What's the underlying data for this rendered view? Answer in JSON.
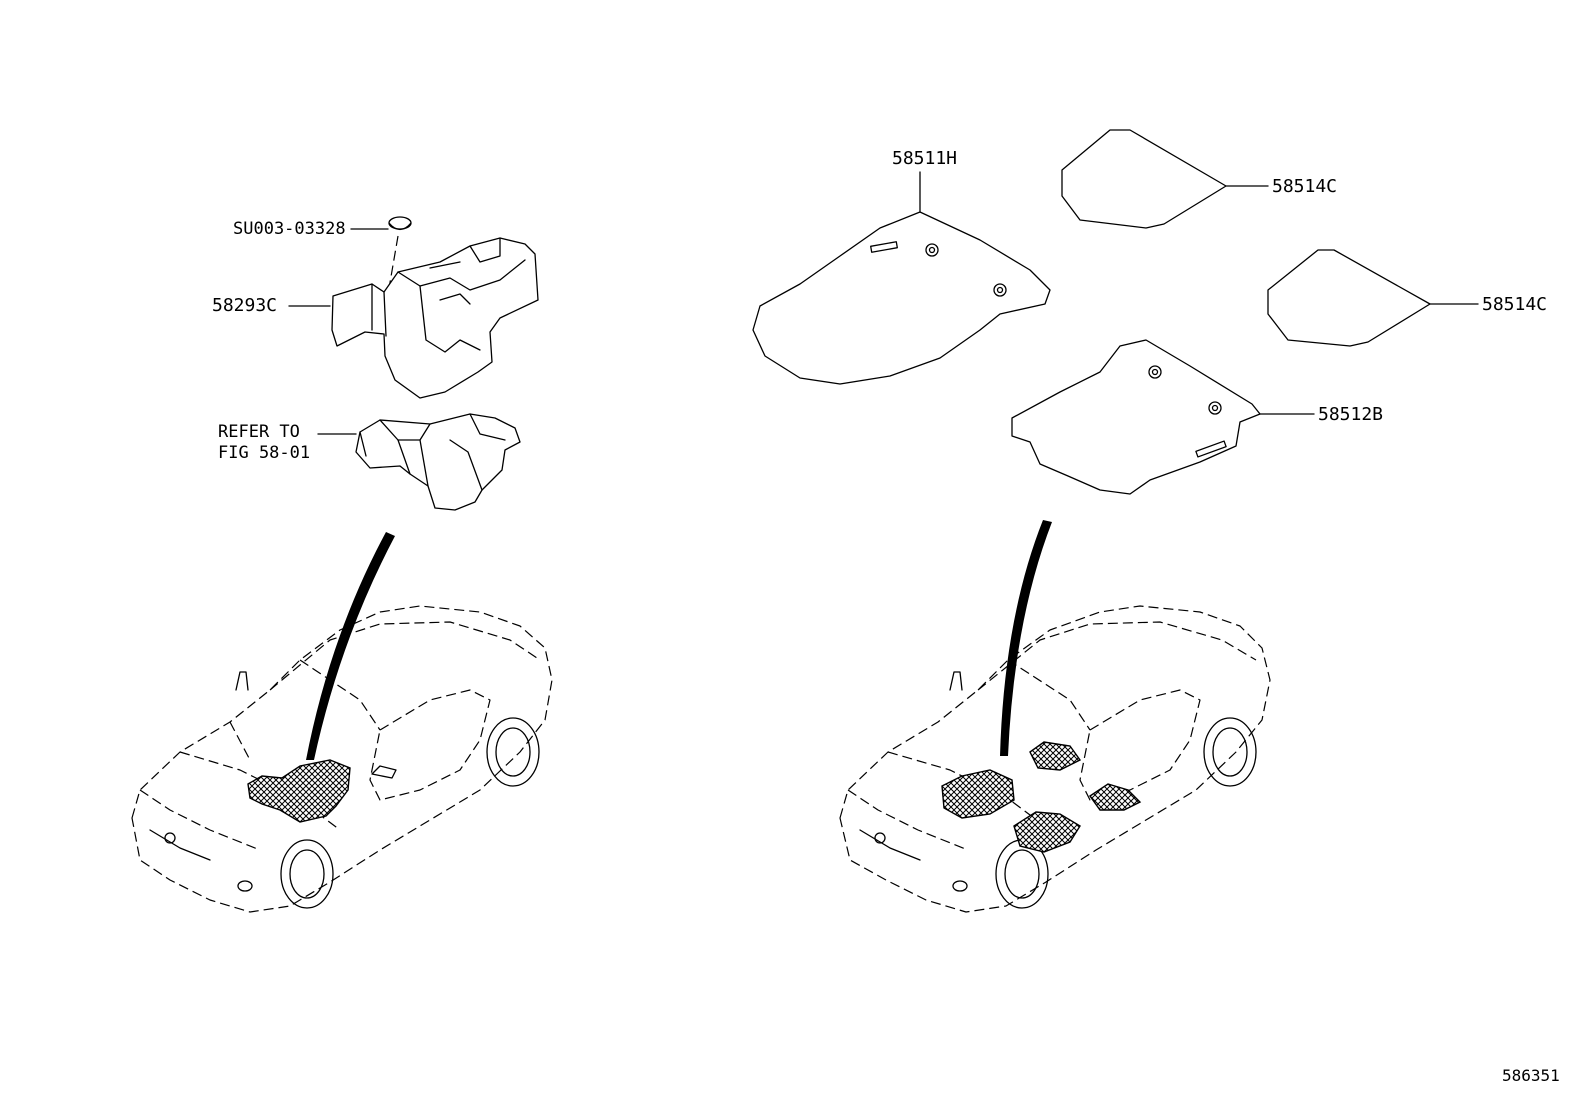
{
  "labels": {
    "plug": "SU003-03328",
    "silencer_lh": "58293C",
    "refer_line1": "REFER TO",
    "refer_line2": "FIG 58-01",
    "front_mat": "58511H",
    "mat_c_top": "58514C",
    "mat_c_mid": "58514C",
    "mat_b": "58512B",
    "figure_id": "586351"
  }
}
